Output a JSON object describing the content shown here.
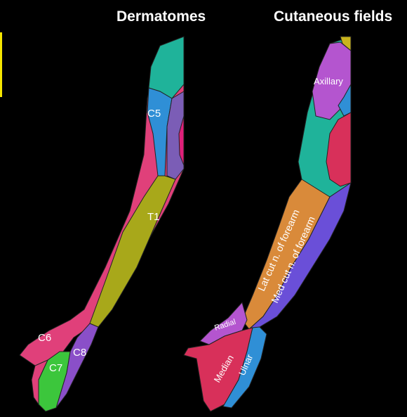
{
  "headings": {
    "left": "Dermatomes",
    "right": "Cutaneous fields"
  },
  "dermatome_labels": {
    "c5": "C5",
    "t1": "T1",
    "c6": "C6",
    "c7": "C7",
    "c8": "C8"
  },
  "cutaneous_labels": {
    "axillary": "Axillary",
    "lat_forearm": "Lat cut n. of forearm",
    "med_forearm": "Med cut n. of forearm",
    "radial": "Radial",
    "median": "Median",
    "ulnar": "Ulnar"
  },
  "colors": {
    "background": "#000000",
    "teal": "#1fb39a",
    "blue": "#2f8fd6",
    "violet": "#7b5db6",
    "magenta": "#e0407a",
    "olive": "#a8a81a",
    "green": "#3cc63c",
    "purple": "#8a4fc8",
    "orange": "#d98a3a",
    "indigo": "#6a4fd8",
    "crimson": "#d8305a",
    "mustard": "#c9b41c",
    "orchid": "#b455cf"
  }
}
